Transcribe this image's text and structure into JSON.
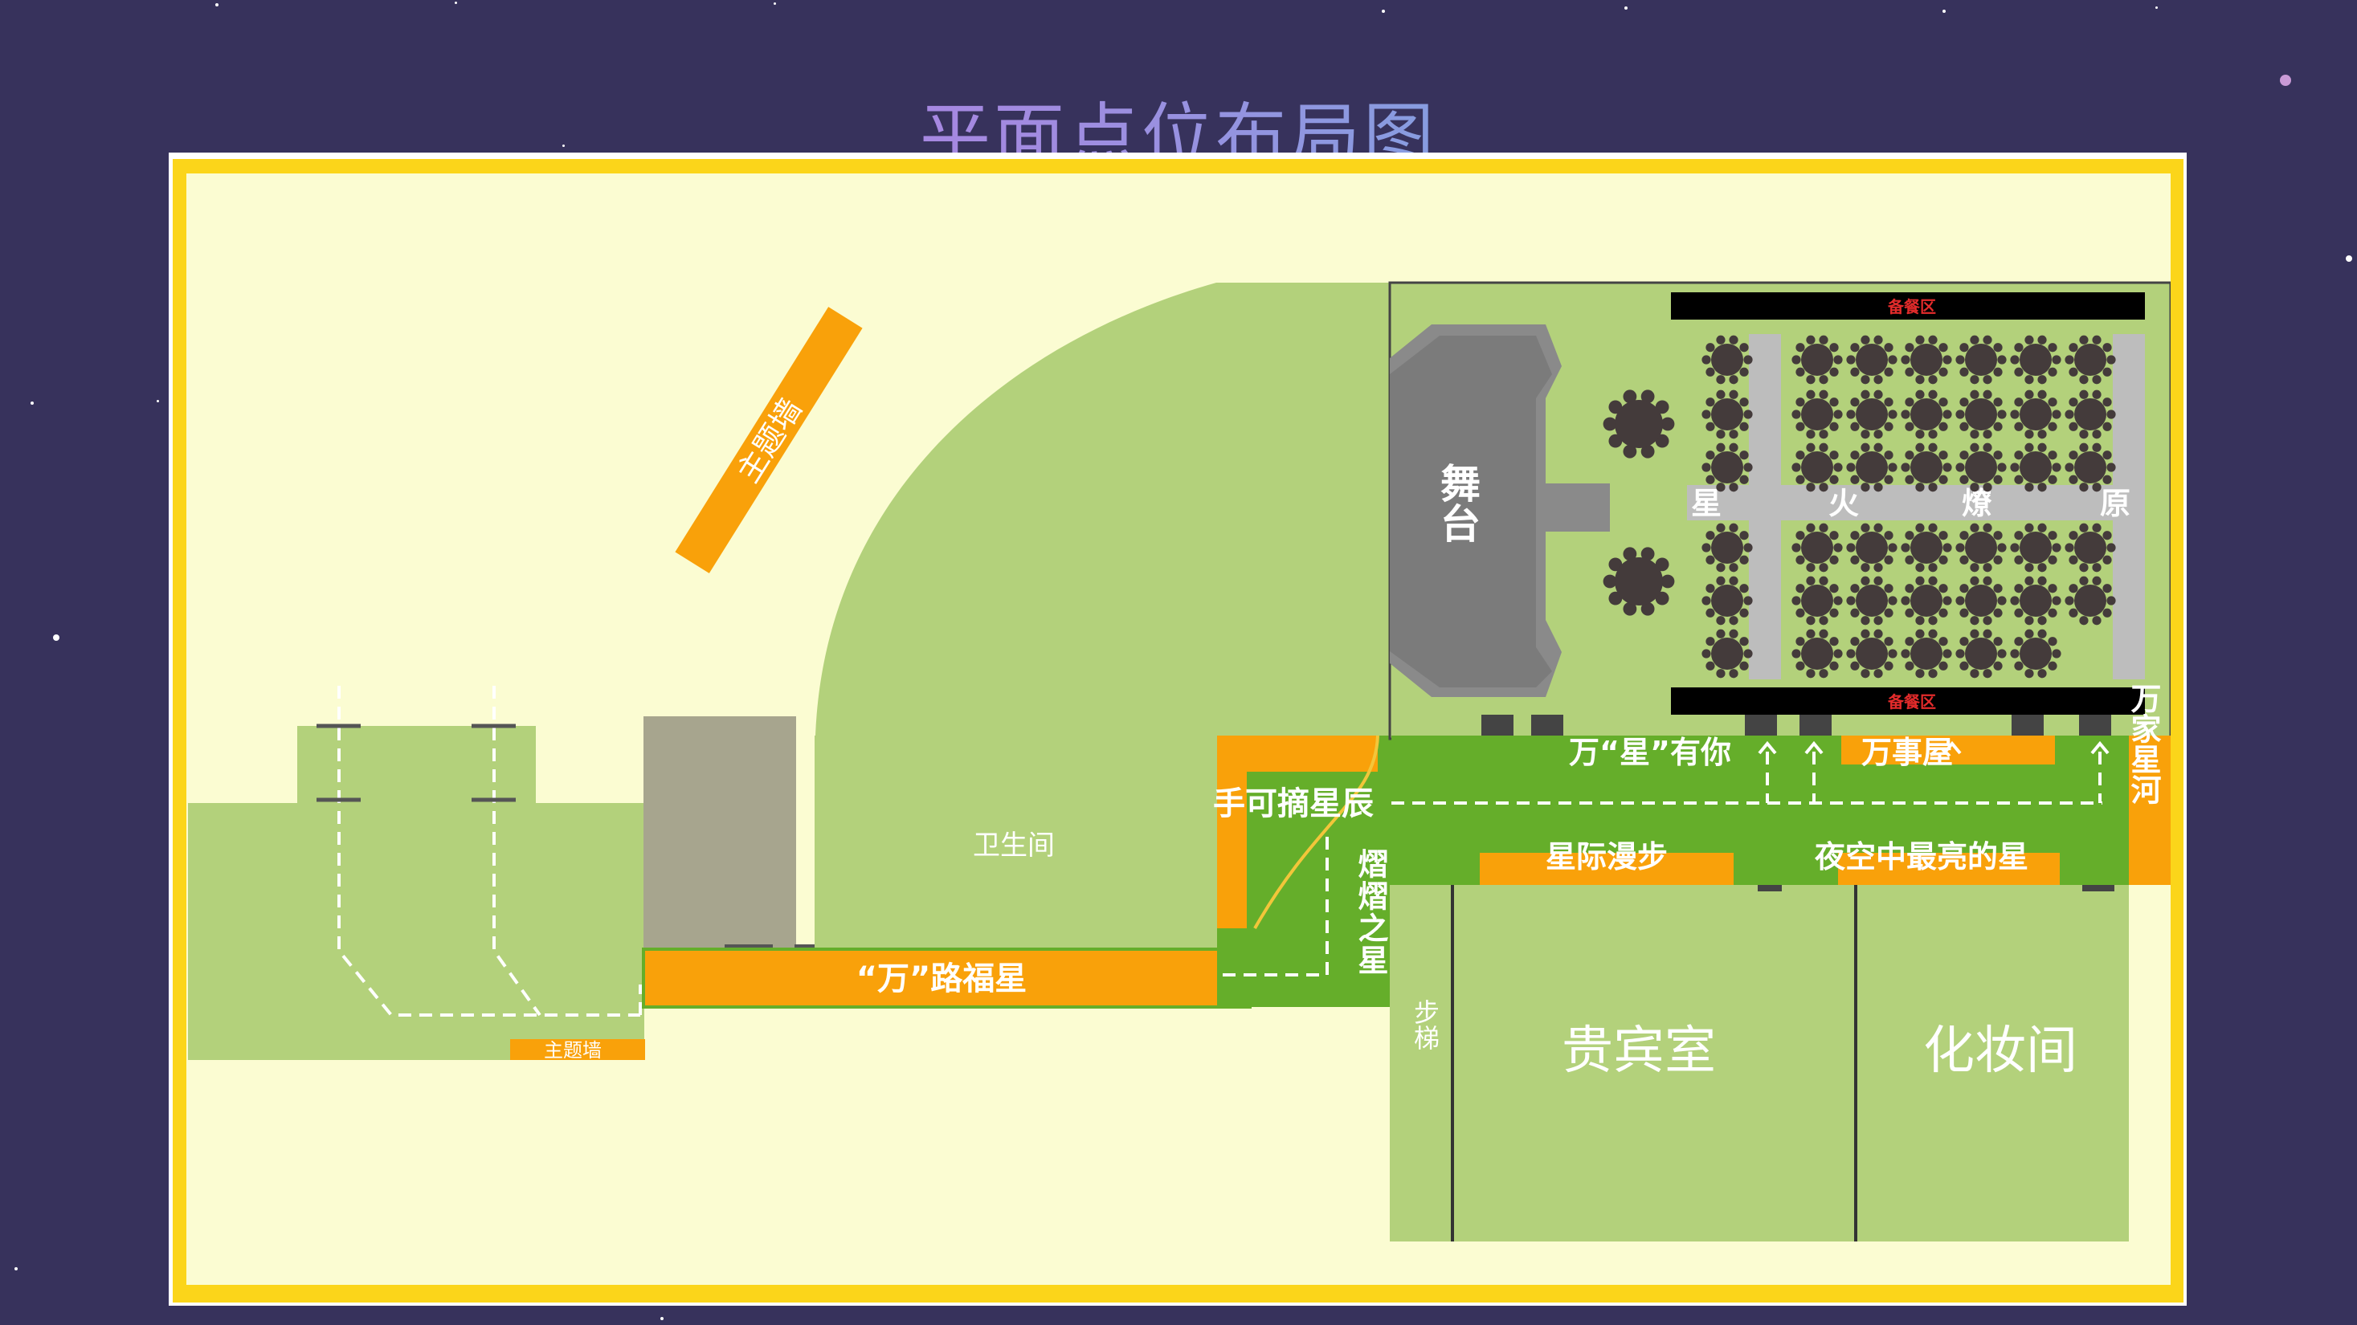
{
  "title": "平面点位布局图",
  "colors": {
    "background": "#37325c",
    "frame": "#fbd51a",
    "canvas": "#fbfcd2",
    "lawn": "#b3d17b",
    "path_green": "#65ae2a",
    "orange": "#f9a10a",
    "stage_gray": "#8a8a8a",
    "building_gray": "#a7a58e",
    "table": "#443b3b",
    "banner_black": "#000000",
    "banner_red": "#e32b2b"
  },
  "icons": {
    "round_table": "round-table-icon",
    "door": "door-icon"
  },
  "labels": {
    "theme_wall_diagonal": "主题墙",
    "theme_wall_small": "主题墙",
    "restroom": "卫生间",
    "stage": "舞台",
    "buffet_top": "备餐区",
    "buffet_bottom": "备餐区",
    "aisle_chars": [
      "星",
      "火",
      "燎",
      "原"
    ],
    "fortune_path": "“万”路福星",
    "reach_stars": "手可摘星辰",
    "shining_star": "熠熠之星",
    "star_with_you": "万“星”有你",
    "wanshi_house": "万事屋",
    "starry_river": "万家星河",
    "star_walk": "星际漫步",
    "brightest_star": "夜空中最亮的星",
    "stairs": "步梯",
    "vip_room": "贵宾室",
    "makeup_room": "化妆间"
  }
}
